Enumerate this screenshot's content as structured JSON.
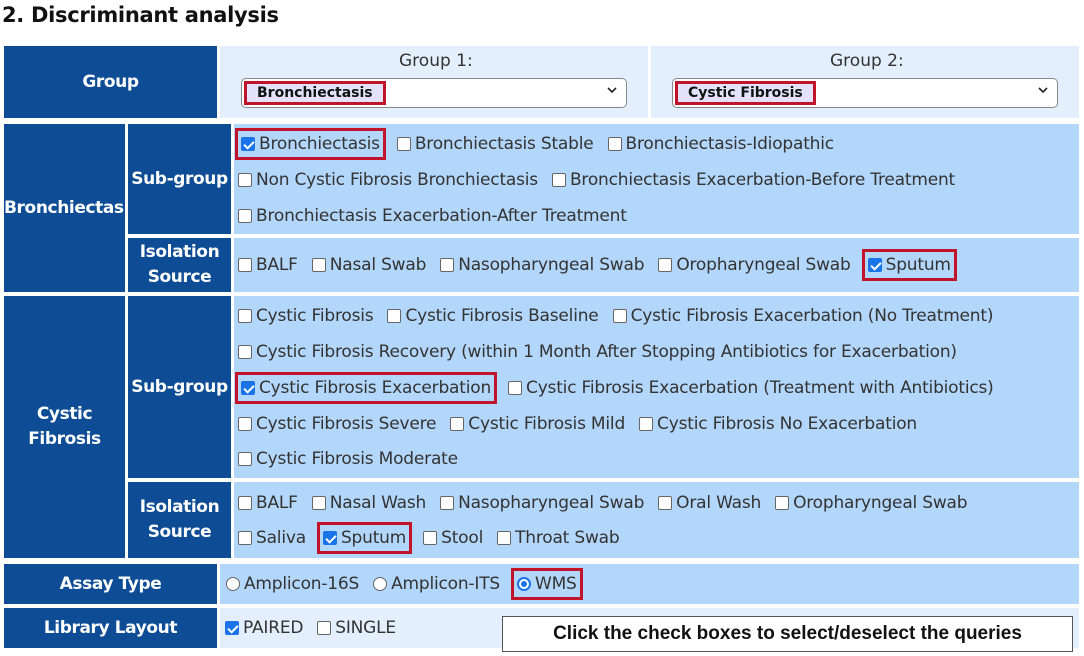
{
  "title": "2. Discriminant analysis",
  "group": {
    "label": "Group",
    "group1_label": "Group 1:",
    "group1_value": "Bronchiectasis",
    "group2_label": "Group 2:",
    "group2_value": "Cystic Fibrosis"
  },
  "bronchiectasis": {
    "label": "Bronchiectasis",
    "subgroup_label": "Sub-group",
    "subgroups": [
      {
        "label": "Bronchiectasis",
        "checked": true
      },
      {
        "label": "Bronchiectasis Stable",
        "checked": false
      },
      {
        "label": "Bronchiectasis-Idiopathic",
        "checked": false
      },
      {
        "label": "Non Cystic Fibrosis Bronchiectasis",
        "checked": false
      },
      {
        "label": "Bronchiectasis Exacerbation-Before Treatment",
        "checked": false
      },
      {
        "label": "Bronchiectasis Exacerbation-After Treatment",
        "checked": false
      }
    ],
    "isolation_label_1": "Isolation",
    "isolation_label_2": "Source",
    "isolation": [
      {
        "label": "BALF",
        "checked": false
      },
      {
        "label": "Nasal Swab",
        "checked": false
      },
      {
        "label": "Nasopharyngeal Swab",
        "checked": false
      },
      {
        "label": "Oropharyngeal Swab",
        "checked": false
      },
      {
        "label": "Sputum",
        "checked": true
      }
    ]
  },
  "cystic_fibrosis": {
    "label": "Cystic Fibrosis",
    "subgroup_label": "Sub-group",
    "subgroups": [
      {
        "label": "Cystic Fibrosis",
        "checked": false
      },
      {
        "label": "Cystic Fibrosis Baseline",
        "checked": false
      },
      {
        "label": "Cystic Fibrosis Exacerbation (No Treatment)",
        "checked": false
      },
      {
        "label": "Cystic Fibrosis Recovery (within 1 Month After Stopping Antibiotics for Exacerbation)",
        "checked": false
      },
      {
        "label": "Cystic Fibrosis Exacerbation",
        "checked": true
      },
      {
        "label": "Cystic Fibrosis Exacerbation (Treatment with Antibiotics)",
        "checked": false
      },
      {
        "label": "Cystic Fibrosis Severe",
        "checked": false
      },
      {
        "label": "Cystic Fibrosis Mild",
        "checked": false
      },
      {
        "label": "Cystic Fibrosis No Exacerbation",
        "checked": false
      },
      {
        "label": "Cystic Fibrosis Moderate",
        "checked": false
      }
    ],
    "isolation_label_1": "Isolation",
    "isolation_label_2": "Source",
    "isolation": [
      {
        "label": "BALF",
        "checked": false
      },
      {
        "label": "Nasal Wash",
        "checked": false
      },
      {
        "label": "Nasopharyngeal Swab",
        "checked": false
      },
      {
        "label": "Oral Wash",
        "checked": false
      },
      {
        "label": "Oropharyngeal Swab",
        "checked": false
      },
      {
        "label": "Saliva",
        "checked": false
      },
      {
        "label": "Sputum",
        "checked": true
      },
      {
        "label": "Stool",
        "checked": false
      },
      {
        "label": "Throat Swab",
        "checked": false
      }
    ]
  },
  "assay": {
    "label": "Assay Type",
    "options": [
      {
        "label": "Amplicon-16S",
        "selected": false
      },
      {
        "label": "Amplicon-ITS",
        "selected": false
      },
      {
        "label": "WMS",
        "selected": true
      }
    ]
  },
  "library": {
    "label": "Library Layout",
    "options": [
      {
        "label": "PAIRED",
        "checked": true
      },
      {
        "label": "SINGLE",
        "checked": false
      }
    ]
  },
  "note": "Click the check boxes to select/deselect the queries",
  "colors": {
    "header_blue": "#0e4d96",
    "content_blue": "#b3d6fb",
    "content_light": "#e3effd",
    "highlight_red": "#c0142a",
    "checkbox_blue": "#1a73e8"
  }
}
